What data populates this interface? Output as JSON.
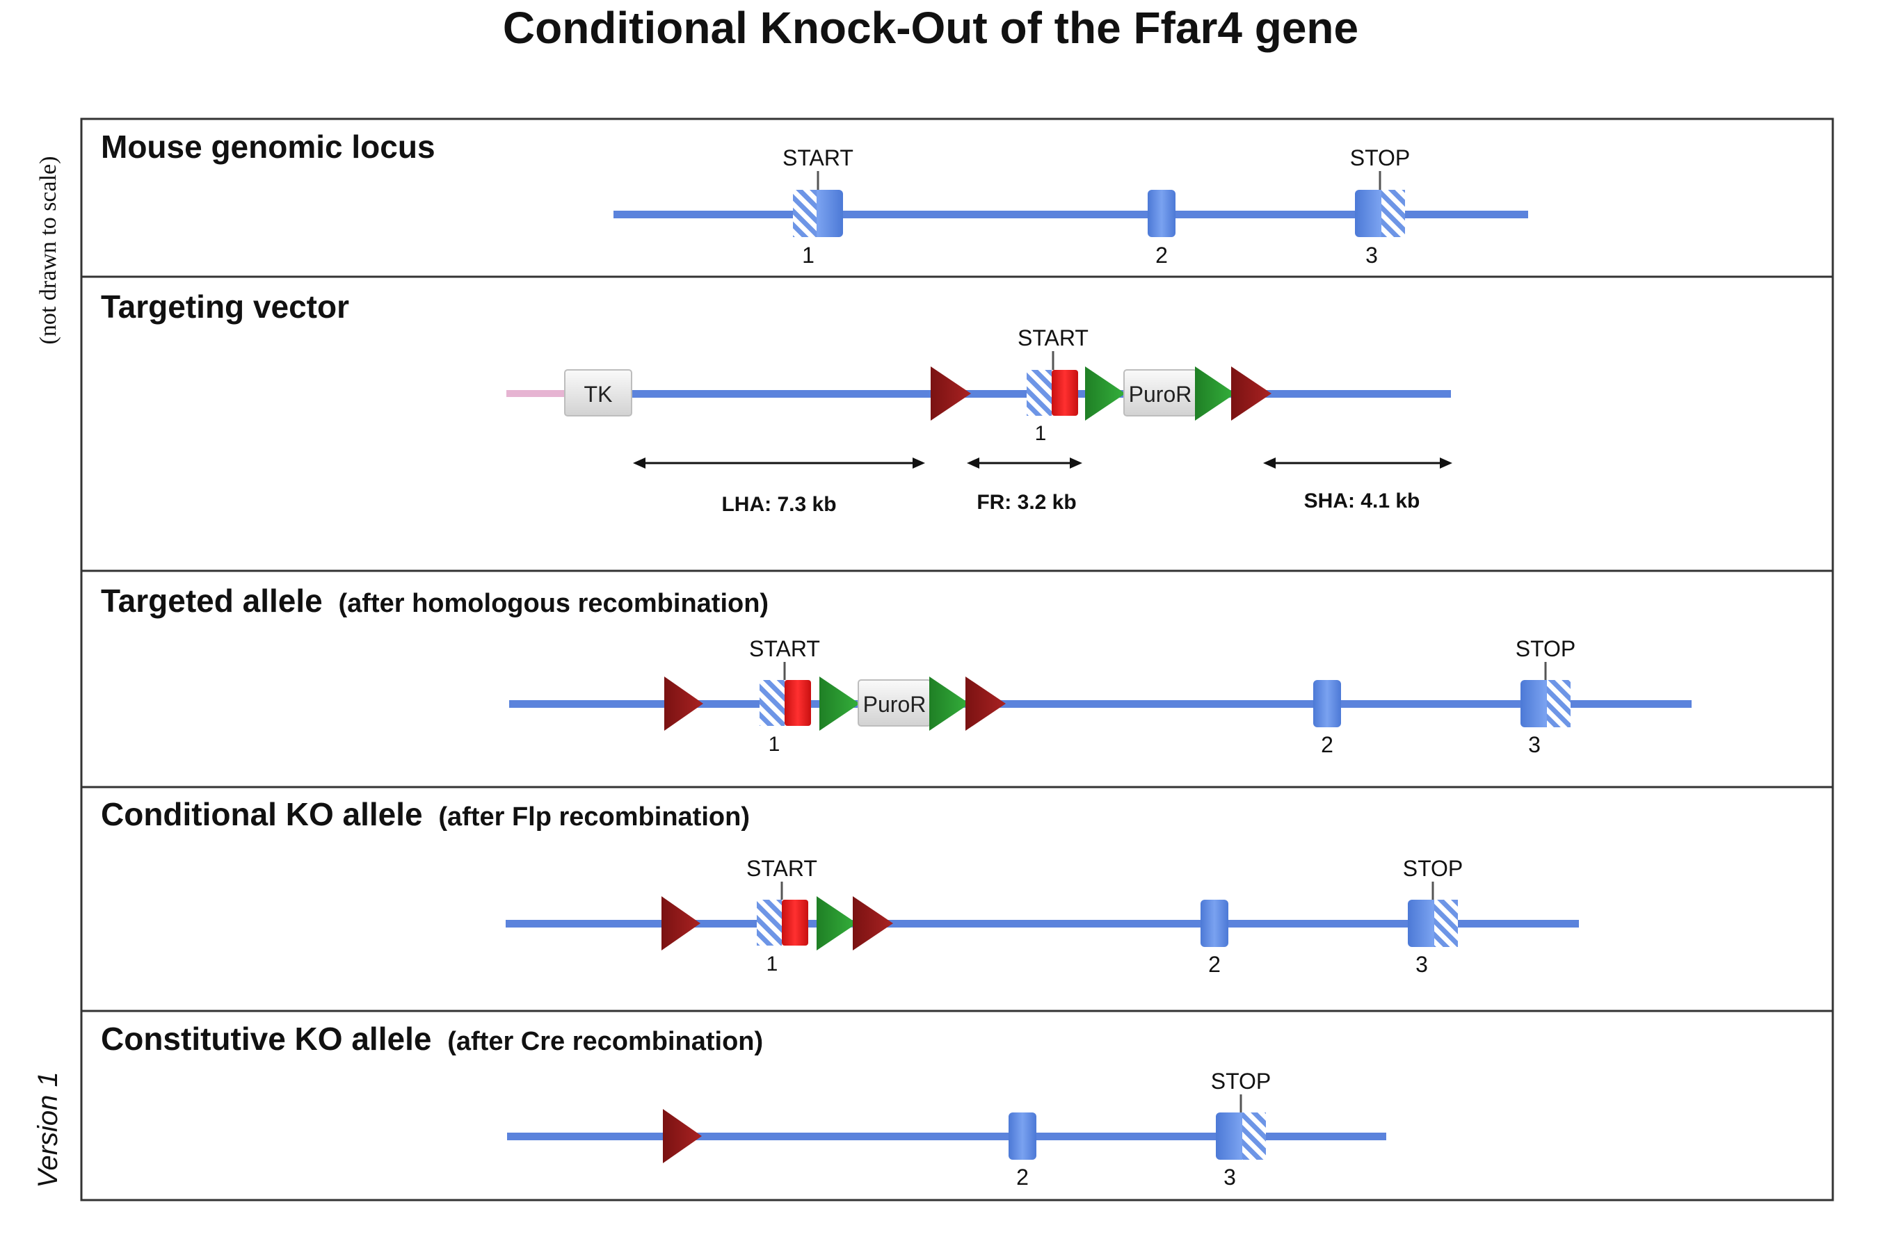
{
  "title": "Conditional Knock-Out of the Ffar4 gene",
  "side_note_top": "(not drawn to scale)",
  "side_note_bottom": "Version 1",
  "colors": {
    "backbone": "#5b83dc",
    "exon": "#5f8de4",
    "red_block": "#e31b1b",
    "frt_green": "#28942e",
    "loxp_red": "#8e1a1a",
    "marker_box": "#e6e6e6",
    "vector_tail": "#e6b4d2",
    "panel_border": "#333333"
  },
  "panels": [
    {
      "id": "locus",
      "title": "Mouse genomic locus",
      "subtitle": "",
      "labels": {
        "start": "START",
        "stop": "STOP",
        "exon1": "1",
        "exon2": "2",
        "exon3": "3"
      }
    },
    {
      "id": "vector",
      "title": "Targeting vector",
      "subtitle": "",
      "labels": {
        "tk": "TK",
        "start": "START",
        "puro": "PuroR",
        "exon1": "1"
      },
      "arms": [
        {
          "label": "LHA:  7.3 kb"
        },
        {
          "label": "FR:  3.2 kb"
        },
        {
          "label": "SHA:  4.1 kb"
        }
      ]
    },
    {
      "id": "targeted",
      "title": "Targeted allele",
      "subtitle": "(after homologous recombination)",
      "labels": {
        "start": "START",
        "stop": "STOP",
        "puro": "PuroR",
        "exon1": "1",
        "exon2": "2",
        "exon3": "3"
      }
    },
    {
      "id": "conditional",
      "title": "Conditional KO allele",
      "subtitle": "(after Flp recombination)",
      "labels": {
        "start": "START",
        "stop": "STOP",
        "exon1": "1",
        "exon2": "2",
        "exon3": "3"
      }
    },
    {
      "id": "constitutive",
      "title": "Constitutive KO allele",
      "subtitle": "(after Cre recombination)",
      "labels": {
        "stop": "STOP",
        "exon2": "2",
        "exon3": "3"
      }
    }
  ]
}
